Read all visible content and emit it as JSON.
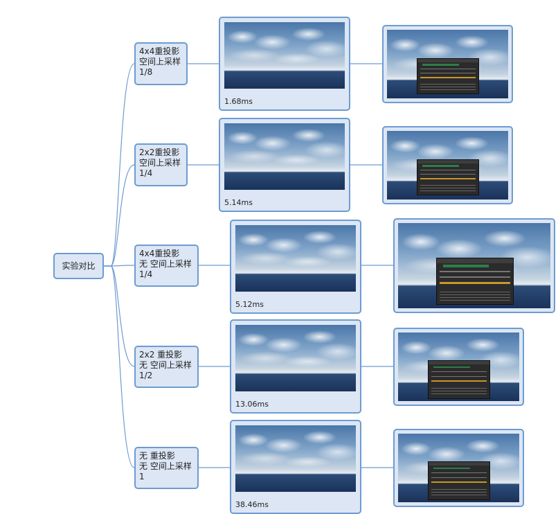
{
  "root": {
    "label": "实验对比"
  },
  "rows": [
    {
      "label": "4x4重投影\n空间上采样\n1/8",
      "timing": "1.68ms"
    },
    {
      "label": "2x2重投影\n空间上采样\n1/4",
      "timing": "5.14ms"
    },
    {
      "label": "4x4重投影\n无 空间上采样\n1/4",
      "timing": "5.12ms"
    },
    {
      "label": "2x2 重投影\n无 空间上采样\n1/2",
      "timing": "13.06ms"
    },
    {
      "label": "无 重投影\n无 空间上采样\n1",
      "timing": "38.46ms"
    }
  ],
  "colors": {
    "node_fill": "#dce6f4",
    "node_border": "#6d9bd1",
    "connector": "#6d9bd1"
  }
}
